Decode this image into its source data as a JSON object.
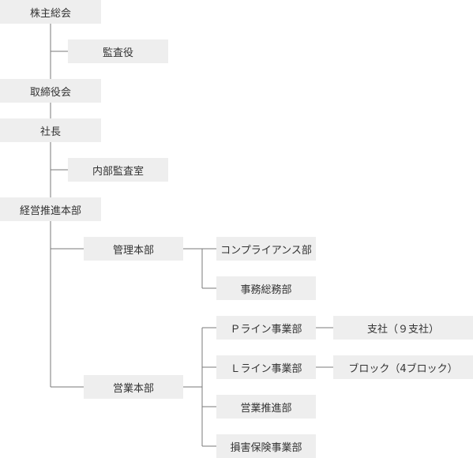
{
  "org_chart": {
    "shareholders_meeting": "株主総会",
    "auditor": "監査役",
    "board": "取締役会",
    "president": "社長",
    "internal_audit": "内部監査室",
    "management_council": "経営推進本部",
    "admin_hq": "管理本部",
    "compliance_dept": "コンプライアンス部",
    "general_affairs_dept": "事務総務部",
    "sales_hq": "営業本部",
    "p_line_dept": "Ｐライン事業部",
    "branches": "支社（９支社）",
    "l_line_dept": "Ｌライン事業部",
    "blocks": "ブロック（4ブロック）",
    "sales_promotion_dept": "営業推進部",
    "insurance_dept": "損害保険事業部"
  }
}
